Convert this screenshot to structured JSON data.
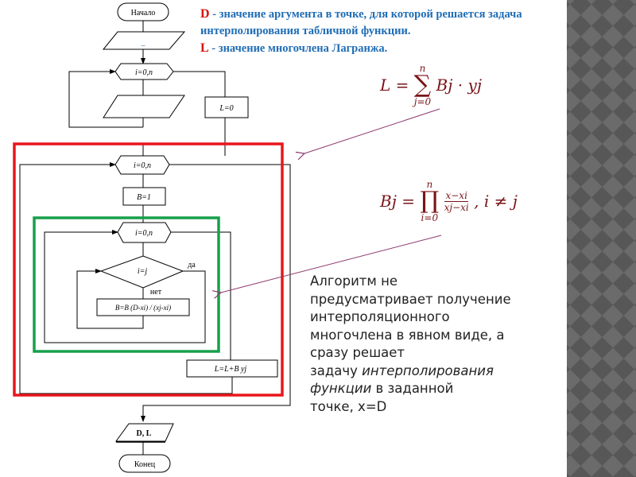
{
  "flowchart": {
    "start": "Начало",
    "input_dash": "–",
    "loop_outer_init": "i=0,n",
    "l_init": "L=0",
    "loop_j": "i=0,n",
    "b_init": "B=1",
    "loop_i": "i=0,n",
    "condition": "i=j",
    "yes": "да",
    "no": "нет",
    "b_update": "B=B (D-xi) / (xj-xi)",
    "l_update": "L=L+B yj",
    "output": "D, L",
    "end": "Конец"
  },
  "legend": {
    "d_symbol": "D",
    "d_text": " - значение аргумента в точке, для которой решается задача",
    "d_text2": "интерполирования табличной функции.",
    "l_symbol": "L",
    "l_text": " - значение многочлена Лагранжа."
  },
  "formulas": {
    "sum_lhs": "L =",
    "sum_sym": "∑",
    "sum_top": "n",
    "sum_bottom": "j=0",
    "sum_body": "Bj · yj",
    "prod_lhs": "Bj =",
    "prod_sym": "∏",
    "prod_top": "n",
    "prod_bottom": "i=0",
    "prod_num": "x−xi",
    "prod_den": "xj−xi",
    "prod_cond": ", i ≠ j"
  },
  "description": {
    "line1": "Алгоритм не",
    "line2": "предусматривает получение",
    "line3": "интерполяционного",
    "line4": "многочлена в явном виде, а",
    "line5": "сразу решает",
    "line6a": "задачу ",
    "line6b": "интерполирования",
    "line7a": "функции",
    "line7b": " в заданной",
    "line8": "точке, x=D"
  },
  "colors": {
    "red_frame": "#e8161b",
    "green_frame": "#17a04a",
    "arrow": "#8e3a6e",
    "formula": "#7a1418",
    "legend": "#1f6db5"
  }
}
